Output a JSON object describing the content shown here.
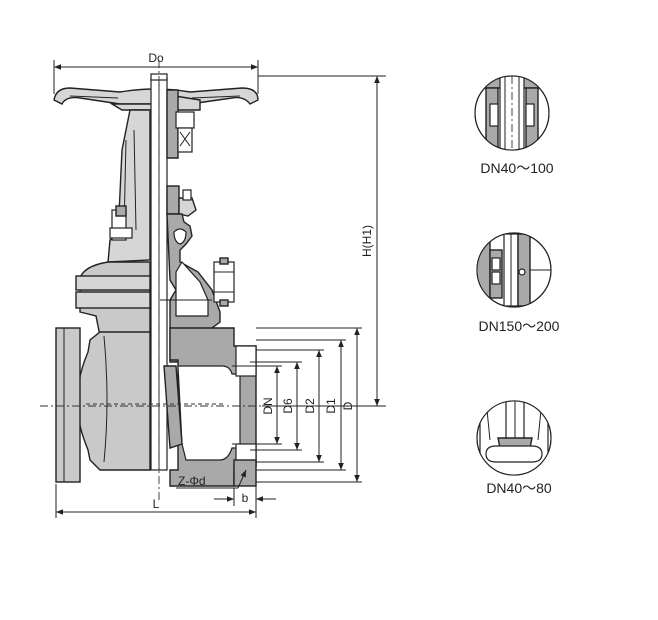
{
  "dimensions": {
    "do": "Do",
    "h": "H(H1)",
    "dn": "DN",
    "d6": "D6",
    "d2": "D2",
    "d1": "D1",
    "d": "D",
    "zphid": "Z-Φd",
    "l": "L",
    "b": "b"
  },
  "details": [
    {
      "caption": "DN40～100"
    },
    {
      "caption": "DN150～200"
    },
    {
      "caption": "DN40～80"
    }
  ]
}
